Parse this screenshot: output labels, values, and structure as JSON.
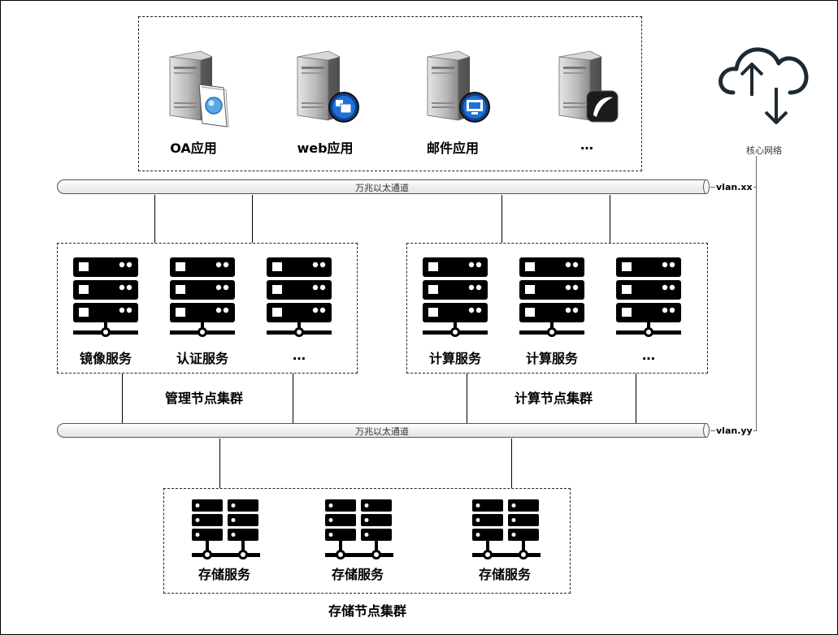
{
  "apps": {
    "labels": [
      "OA应用",
      "web应用",
      "邮件应用",
      "…"
    ],
    "icons": [
      "server-document-icon",
      "server-windows-icon",
      "server-monitor-icon",
      "server-app-icon"
    ]
  },
  "network": {
    "cloud_label": "核心网络",
    "cloud_icon": "cloud-upload-download-icon",
    "bus_top_label": "万兆以太通道",
    "bus_bottom_label": "万兆以太通道",
    "vlan_top": "vlan.xx",
    "vlan_bottom": "vlan.yy"
  },
  "management_cluster": {
    "title": "管理节点集群",
    "servers": [
      "镜像服务",
      "认证服务",
      "…"
    ]
  },
  "compute_cluster": {
    "title": "计算节点集群",
    "servers": [
      "计算服务",
      "计算服务",
      "…"
    ]
  },
  "storage_cluster": {
    "title": "存储节点集群",
    "servers": [
      "存储服务",
      "存储服务",
      "存储服务"
    ]
  },
  "colors": {
    "line": "#000000",
    "server": "#000000",
    "cloud": "#1e2a33"
  }
}
